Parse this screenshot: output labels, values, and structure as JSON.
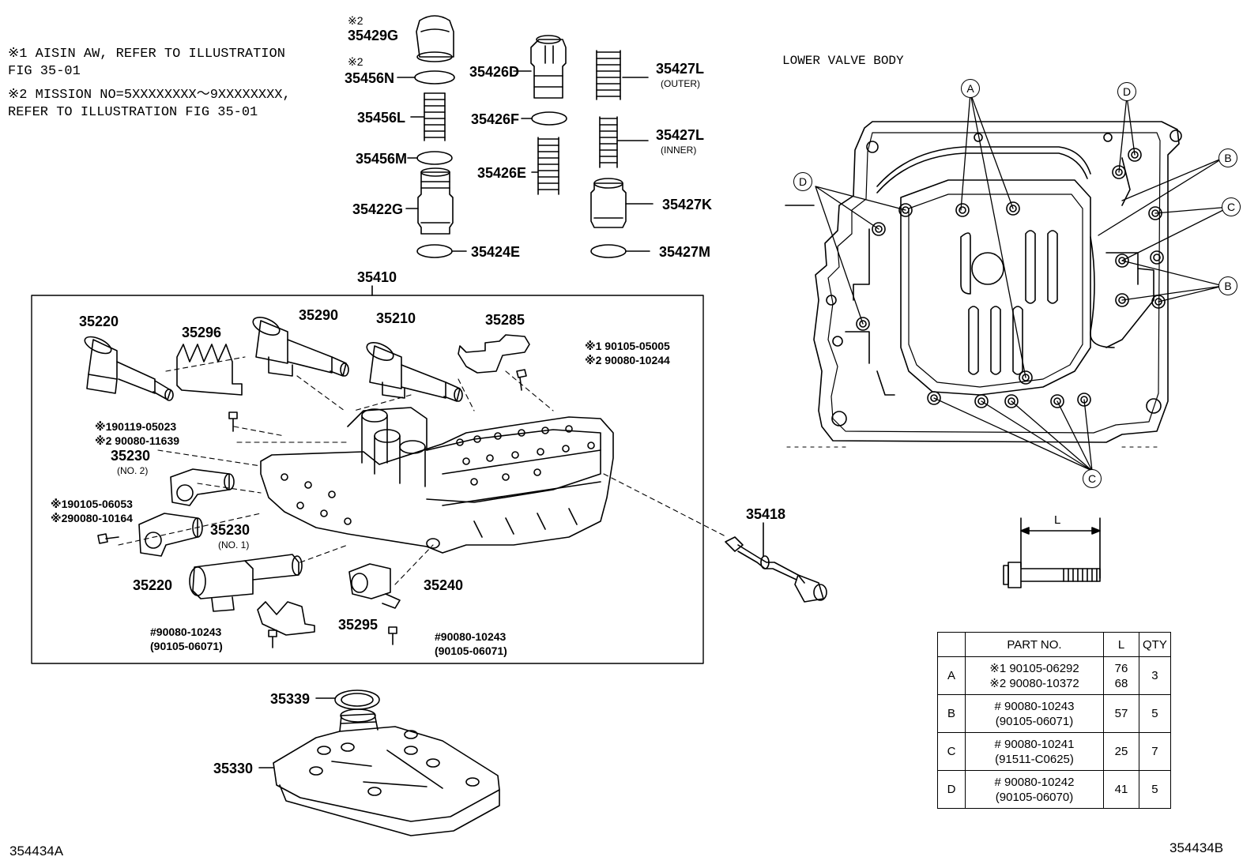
{
  "notes": [
    {
      "mark": "※1",
      "text": "AISIN AW, REFER TO ILLUSTRATION\nFIG 35-01"
    },
    {
      "mark": "※2",
      "text": "MISSION NO=5XXXXXXXX～9XXXXXXXX,\nREFER TO ILLUSTRATION FIG 35-01"
    }
  ],
  "lower_valve_body_title": "LOWER VALVE BODY",
  "upper_parts": {
    "p35429g_mark": "※2",
    "p35429g": "35429G",
    "p35456n_mark": "※2",
    "p35456n": "35456N",
    "p35456l": "35456L",
    "p35456m": "35456M",
    "p35422g": "35422G",
    "p35424e": "35424E",
    "p35426d": "35426D",
    "p35426f": "35426F",
    "p35426e": "35426E",
    "p35427l_outer": "35427L",
    "outer": "(OUTER)",
    "p35427l_inner": "35427L",
    "inner": "(INNER)",
    "p35427k": "35427K",
    "p35427m": "35427M"
  },
  "assembly": {
    "p35410": "35410",
    "p35220_top": "35220",
    "p35296": "35296",
    "p35290": "35290",
    "p35210": "35210",
    "p35285": "35285",
    "bolt1_a": "※1 90105-05005",
    "bolt1_b": "※2 90080-10244",
    "bolt2_a": "※190119-05023",
    "bolt2_b": "※2 90080-11639",
    "p35230_no2": "35230",
    "no2": "(NO. 2)",
    "bolt3_a": "※190105-06053",
    "bolt3_b": "※290080-10164",
    "p35230_no1": "35230",
    "no1": "(NO. 1)",
    "p35220_bottom": "35220",
    "p35240": "35240",
    "p35295": "35295",
    "bolt4_a": "#90080-10243",
    "bolt4_b": "(90105-06071)",
    "bolt5_a": "#90080-10243",
    "bolt5_b": "(90105-06071)"
  },
  "p35418": "35418",
  "p35339": "35339",
  "p35330": "35330",
  "callouts": {
    "a": "A",
    "b": "B",
    "c": "C",
    "d": "D"
  },
  "bolt_dim": "L",
  "table": {
    "headers": [
      "",
      "PART NO.",
      "L",
      "QTY"
    ],
    "rows": [
      {
        "key": "A",
        "parts": [
          "※1 90105-06292",
          "※2 90080-10372"
        ],
        "l": [
          "76",
          "68"
        ],
        "qty": "3"
      },
      {
        "key": "B",
        "parts": [
          "# 90080-10243",
          "(90105-06071)"
        ],
        "l": [
          "57"
        ],
        "qty": "5"
      },
      {
        "key": "C",
        "parts": [
          "# 90080-10241",
          "(91511-C0625)"
        ],
        "l": [
          "25"
        ],
        "qty": "7"
      },
      {
        "key": "D",
        "parts": [
          "# 90080-10242",
          "(90105-06070)"
        ],
        "l": [
          "41"
        ],
        "qty": "5"
      }
    ]
  },
  "code_left": "354434A",
  "code_right": "354434B"
}
